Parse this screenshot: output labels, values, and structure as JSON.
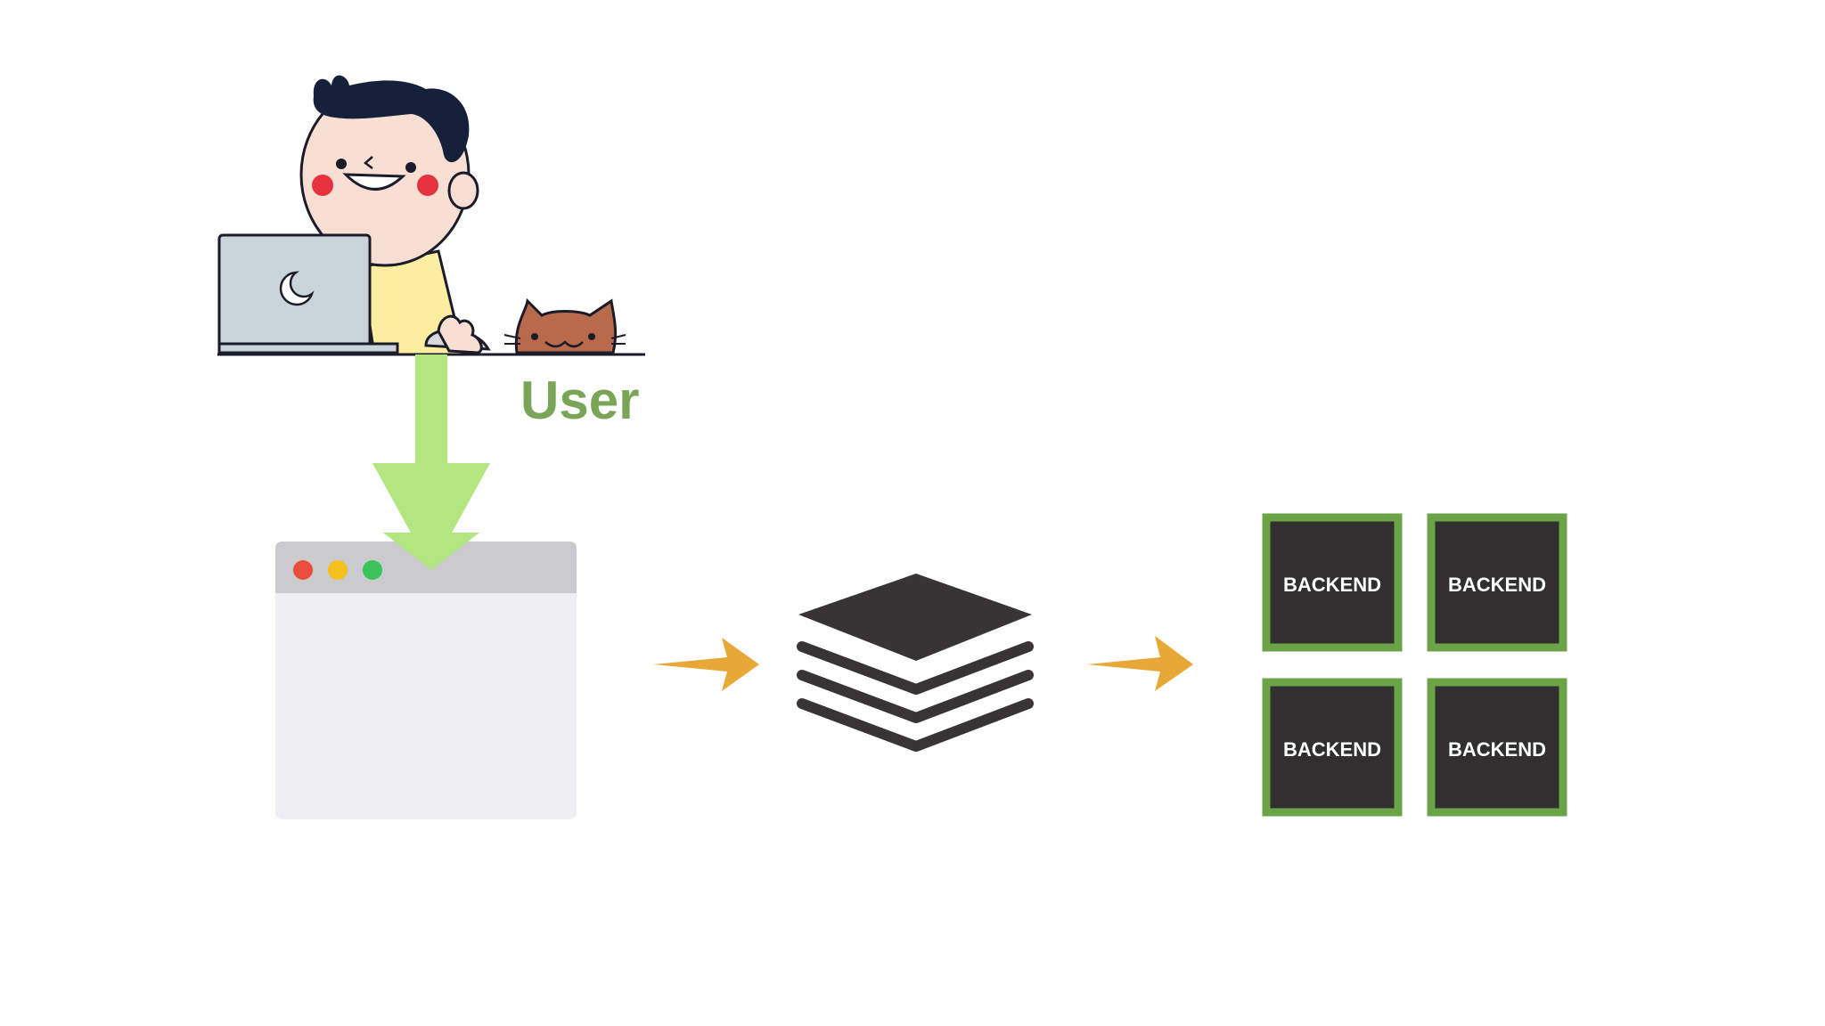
{
  "user": {
    "label": "User",
    "label_color": "#7aa556"
  },
  "flow": {
    "down_arrow_color": "#b3e580",
    "right_arrow_color": "#e8a838"
  },
  "browser_window": {
    "dots": [
      "#e94e3d",
      "#f5c01e",
      "#3cc35a"
    ],
    "titlebar_color": "#cbcbcd",
    "body_color": "#efeef0"
  },
  "layers_icon": {
    "color": "#363435"
  },
  "backends": {
    "border_color": "#6aa447",
    "fill_color": "#312f30",
    "text_color": "#ffffff",
    "items": [
      {
        "label": "BACKEND"
      },
      {
        "label": "BACKEND"
      },
      {
        "label": "BACKEND"
      },
      {
        "label": "BACKEND"
      }
    ]
  }
}
